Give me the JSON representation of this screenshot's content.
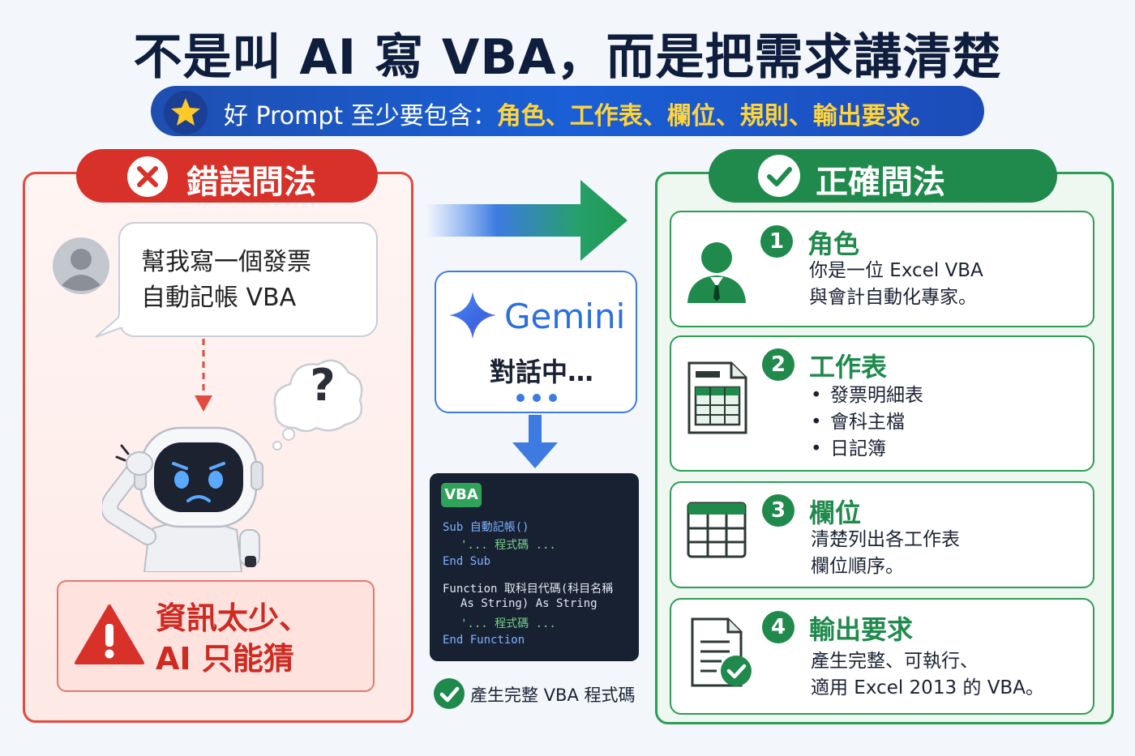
{
  "title": "不是叫 AI 寫 VBA，而是把需求講清楚",
  "banner": {
    "prefix": "好 Prompt 至少要包含：",
    "highlight": "角色、工作表、欄位、規則、輸出要求。"
  },
  "wrong": {
    "label": "錯誤問法",
    "prompt_line1": "幫我寫一個發票",
    "prompt_line2": "自動記帳 VBA",
    "question_mark": "?",
    "warning_line1": "資訊太少、",
    "warning_line2": "AI 只能猜"
  },
  "middle": {
    "app_name": "Gemini",
    "status": "對話中…",
    "code_tag": "VBA",
    "code_lines": [
      "Sub 自動記帳()",
      "'... 程式碼 ...",
      "End Sub",
      "Function 取科目代碼(科目名稱",
      "As String) As String",
      "'... 程式碼 ...",
      "End Function"
    ],
    "result": "產生完整 VBA 程式碼"
  },
  "right": {
    "label": "正確問法",
    "cards": [
      {
        "num": "1",
        "title": "角色",
        "lines": [
          "你是一位 Excel VBA",
          "與會計自動化專家。"
        ]
      },
      {
        "num": "2",
        "title": "工作表",
        "lines": [
          "發票明細表",
          "會科主檔",
          "日記簿"
        ]
      },
      {
        "num": "3",
        "title": "欄位",
        "lines": [
          "清楚列出各工作表",
          "欄位順序。"
        ]
      },
      {
        "num": "4",
        "title": "輸出要求",
        "lines": [
          "產生完整、可執行、",
          "適用 Excel 2013 的 VBA。"
        ]
      }
    ]
  },
  "colors": {
    "wrong_red": "#d8312a",
    "right_green": "#1f8a4c",
    "banner_blue": "#1e4fb0",
    "highlight_yellow": "#ffd43b"
  }
}
